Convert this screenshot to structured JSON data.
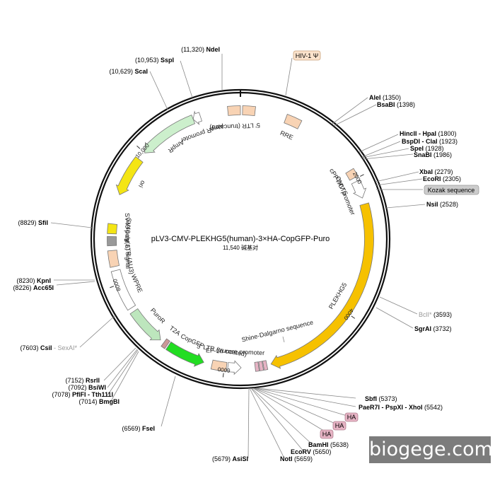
{
  "plasmid": {
    "name": "pLV3-CMV-PLEKHG5(human)-3×HA-CopGFP-Puro",
    "size_text": "11,540 碱基对",
    "length_bp": 11540
  },
  "watermark": "biogege.com",
  "colors": {
    "backbone": "#111111",
    "ltr": "#f8d3b4",
    "promoter": "#ffffff",
    "plekhg5": "#f6c100",
    "ampr": "#ccefcc",
    "ori": "#f4e514",
    "copgfp": "#22dd22",
    "puro": "#bde6bd",
    "ha": "#e6b3c4",
    "kozak": "#cccccc"
  },
  "features": [
    {
      "name": "5' LTR (truncated)",
      "label": "5' LTR (truncated)",
      "start": 11360,
      "end": 11540,
      "shape": "box",
      "color": "#f8d3b4"
    },
    {
      "name": "5' LTR block 2",
      "label": "",
      "start": 30,
      "end": 210,
      "shape": "box",
      "color": "#f8d3b4"
    },
    {
      "name": "RRE",
      "label": "RRE",
      "start": 660,
      "end": 880,
      "shape": "box",
      "color": "#f8d3b4"
    },
    {
      "name": "cPPT/CTS",
      "label": "cPPT/CTS",
      "start": 1860,
      "end": 1980,
      "shape": "box",
      "color": "#f8d3b4"
    },
    {
      "name": "CMV promoter",
      "label": "CMV promoter",
      "start": 2040,
      "end": 2290,
      "shape": "arrow",
      "dir": 1,
      "color": "#ffffff"
    },
    {
      "name": "PLEKHG5",
      "label": "PLEKHG5",
      "start": 2380,
      "end": 5330,
      "shape": "arrow",
      "dir": 1,
      "color": "#f6c100"
    },
    {
      "name": "EF-1α core promoter",
      "label": "EF-1α core promoter",
      "start": 5760,
      "end": 5950,
      "shape": "arrow",
      "dir": -1,
      "color": "#ffffff"
    },
    {
      "name": "5' LTR (truncated) 2",
      "label": "5' LTR (truncated)",
      "start": 5970,
      "end": 6180,
      "shape": "box",
      "color": "#f8d3b4"
    },
    {
      "name": "CopGFP",
      "label": "CopGFP",
      "start": 6300,
      "end": 6860,
      "shape": "arrow",
      "dir": -1,
      "color": "#22dd22"
    },
    {
      "name": "T2A",
      "label": "T2A",
      "start": 6880,
      "end": 6940,
      "shape": "box",
      "color": "#cc9999"
    },
    {
      "name": "PuroR",
      "label": "PuroR",
      "start": 7000,
      "end": 7560,
      "shape": "arrow",
      "dir": -1,
      "color": "#bde6bd"
    },
    {
      "name": "WPRE",
      "label": "WPRE",
      "start": 7620,
      "end": 8200,
      "shape": "box",
      "color": "#ffffff"
    },
    {
      "name": "3' LTR (ΔU3)",
      "label": "3' LTR (ΔU3)",
      "start": 8260,
      "end": 8490,
      "shape": "box",
      "color": "#f8d3b4"
    },
    {
      "name": "SV40 poly(A) signal",
      "label": "SV40 poly(A) signal",
      "start": 8560,
      "end": 8690,
      "shape": "box",
      "color": "#999999"
    },
    {
      "name": "SV40 ori",
      "label": "SV40 ori",
      "start": 8730,
      "end": 8870,
      "shape": "box",
      "color": "#f4e514"
    },
    {
      "name": "ori",
      "label": "ori",
      "start": 9300,
      "end": 9880,
      "shape": "arrow",
      "dir": -1,
      "color": "#f4e514"
    },
    {
      "name": "AmpR",
      "label": "AmpR",
      "start": 10000,
      "end": 10850,
      "shape": "arrow",
      "dir": -1,
      "color": "#ccefcc"
    },
    {
      "name": "AmpR promoter",
      "label": "AmpR promoter",
      "start": 10850,
      "end": 10960,
      "shape": "arrow",
      "dir": -1,
      "color": "#ffffff"
    },
    {
      "name": "HA tag",
      "label": "",
      "start": 5390,
      "end": 5440,
      "shape": "box",
      "color": "#e6b3c4"
    },
    {
      "name": "HA tag 2",
      "label": "",
      "start": 5450,
      "end": 5500,
      "shape": "box",
      "color": "#e6b3c4"
    },
    {
      "name": "HA tag 3",
      "label": "",
      "start": 5510,
      "end": 5560,
      "shape": "box",
      "color": "#e6b3c4"
    }
  ],
  "ticks": [
    {
      "pos": 2000,
      "label": "2000"
    },
    {
      "pos": 4000,
      "label": "4000"
    },
    {
      "pos": 6000,
      "label": "6000"
    },
    {
      "pos": 8000,
      "label": "8000"
    },
    {
      "pos": 10000,
      "label": "10,000"
    }
  ],
  "sites": [
    {
      "pos": 11320,
      "text": "(11,320) ",
      "name": "NdeI"
    },
    {
      "pos": 10953,
      "text": "(10,953) ",
      "name": "SspI"
    },
    {
      "pos": 10629,
      "text": "(10,629) ",
      "name": "ScaI"
    },
    {
      "pos": 1350,
      "text": "",
      "name": "AleI",
      "suffix": "  (1350)"
    },
    {
      "pos": 1398,
      "text": "",
      "name": "BsaBI",
      "suffix": "  (1398)"
    },
    {
      "pos": 1800,
      "text": "",
      "name": "HincII - HpaI",
      "suffix": "  (1800)"
    },
    {
      "pos": 1923,
      "text": "",
      "name": "BspDI - ClaI",
      "suffix": "  (1923)"
    },
    {
      "pos": 1928,
      "text": "",
      "name": "SpeI",
      "suffix": "  (1928)"
    },
    {
      "pos": 1986,
      "text": "",
      "name": "SnaBI",
      "suffix": "  (1986)"
    },
    {
      "pos": 2279,
      "text": "",
      "name": "XbaI",
      "suffix": "  (2279)"
    },
    {
      "pos": 2305,
      "text": "",
      "name": "EcoRI",
      "suffix": "  (2305)"
    },
    {
      "pos": 2528,
      "text": "",
      "name": "NsiI",
      "suffix": "  (2528)"
    },
    {
      "pos": 3593,
      "text": "",
      "name": "BclI*",
      "suffix": "  (3593)"
    },
    {
      "pos": 3732,
      "text": "",
      "name": "SgrAI",
      "suffix": "  (3732)"
    },
    {
      "pos": 5373,
      "text": "",
      "name": "SbfI",
      "suffix": "  (5373)"
    },
    {
      "pos": 5542,
      "text": "",
      "name": "PaeR7I - PspXI - XhoI",
      "suffix": "  (5542)"
    },
    {
      "pos": 5638,
      "text": "",
      "name": "BamHI",
      "suffix": "  (5638)"
    },
    {
      "pos": 5650,
      "text": "",
      "name": "EcoRV",
      "suffix": "  (5650)"
    },
    {
      "pos": 5659,
      "text": "(5659)  ",
      "name": "NotI"
    },
    {
      "pos": 5679,
      "text": "(5679)  ",
      "name": "AsiSI"
    },
    {
      "pos": 6569,
      "text": "(6569)  ",
      "name": "FseI"
    },
    {
      "pos": 7014,
      "text": "(7014)  ",
      "name": "BmgBI"
    },
    {
      "pos": 7078,
      "text": "(7078)  ",
      "name": "PflFI - Tth111I"
    },
    {
      "pos": 7092,
      "text": "(7092)  ",
      "name": "BsiWI"
    },
    {
      "pos": 7152,
      "text": "(7152)  ",
      "name": "RsrII"
    },
    {
      "pos": 7603,
      "text": "(7603)  ",
      "name": "CsiI",
      "extra": " - SexAI*"
    },
    {
      "pos": 8226,
      "text": "(8226)  ",
      "name": "Acc65I"
    },
    {
      "pos": 8230,
      "text": "(8230)  ",
      "name": "KpnI"
    },
    {
      "pos": 8829,
      "text": "(8829)  ",
      "name": "SfiI"
    }
  ],
  "tags": [
    {
      "text": "HIV-1 Ψ"
    },
    {
      "text": "Kozak sequence"
    },
    {
      "text": "HA"
    },
    {
      "text": "HA"
    },
    {
      "text": "HA"
    }
  ],
  "other_labels": {
    "shine_dalgarno": "Shine-Dalgarno sequence"
  }
}
